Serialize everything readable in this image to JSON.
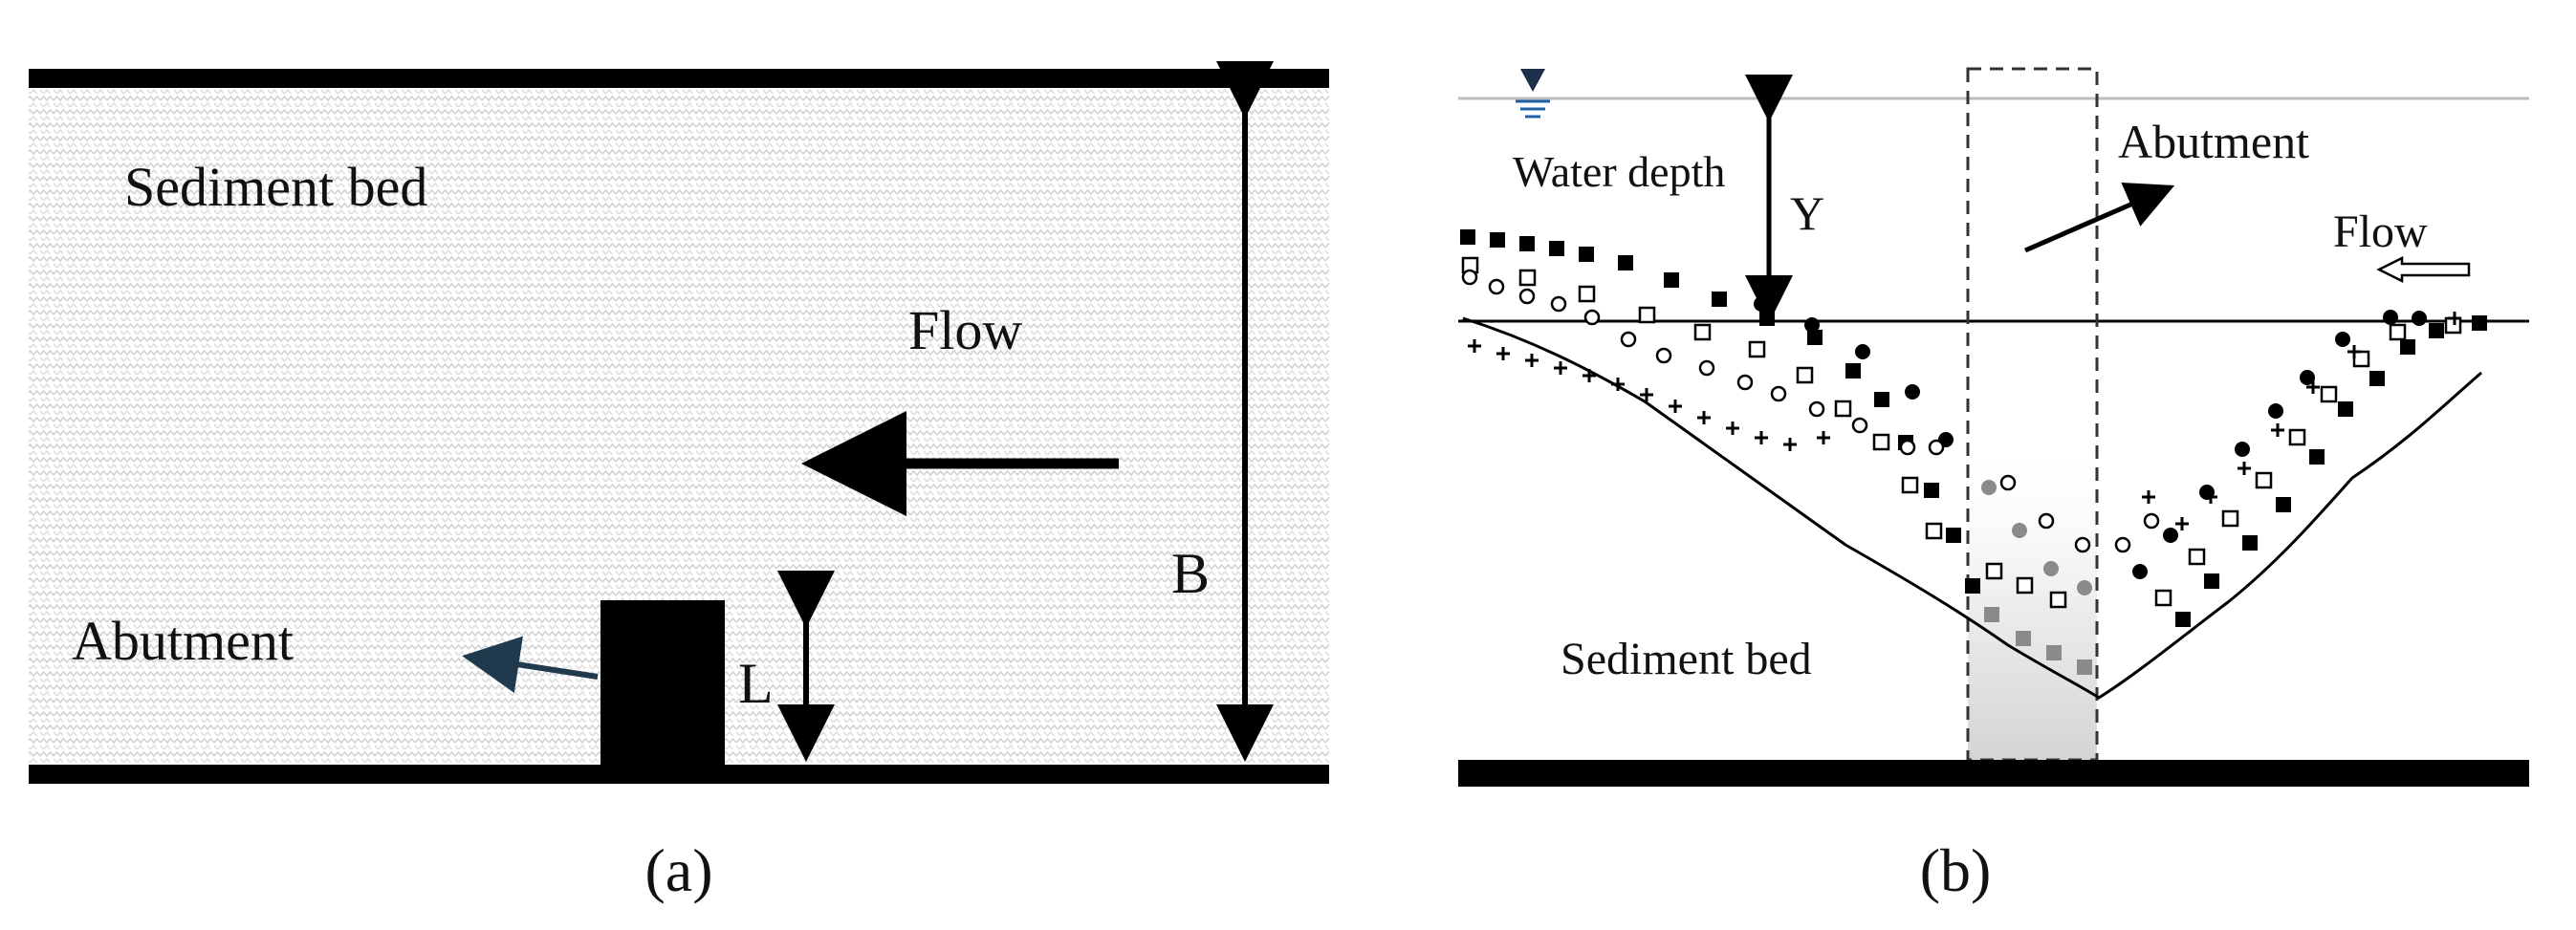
{
  "panel_a": {
    "label_sediment": "Sediment bed",
    "label_flow": "Flow",
    "label_abutment": "Abutment",
    "dim_width": "B",
    "dim_length": "L",
    "caption": "(a)"
  },
  "panel_b": {
    "label_water_depth": "Water depth",
    "dim_depth": "Y",
    "label_abutment": "Abutment",
    "label_flow": "Flow",
    "label_sediment": "Sediment bed",
    "caption": "(b)",
    "water_symbol_icon": "water-level-icon",
    "flow_arrow_icon": "hollow-arrow-left-icon"
  },
  "colors": {
    "ink": "#000000",
    "abutment_arrow": "#1f3a4d",
    "water_symbol": "#1f5fa8",
    "hatch": "#d4d4d4",
    "marker_grey": "#8a8a8a"
  }
}
